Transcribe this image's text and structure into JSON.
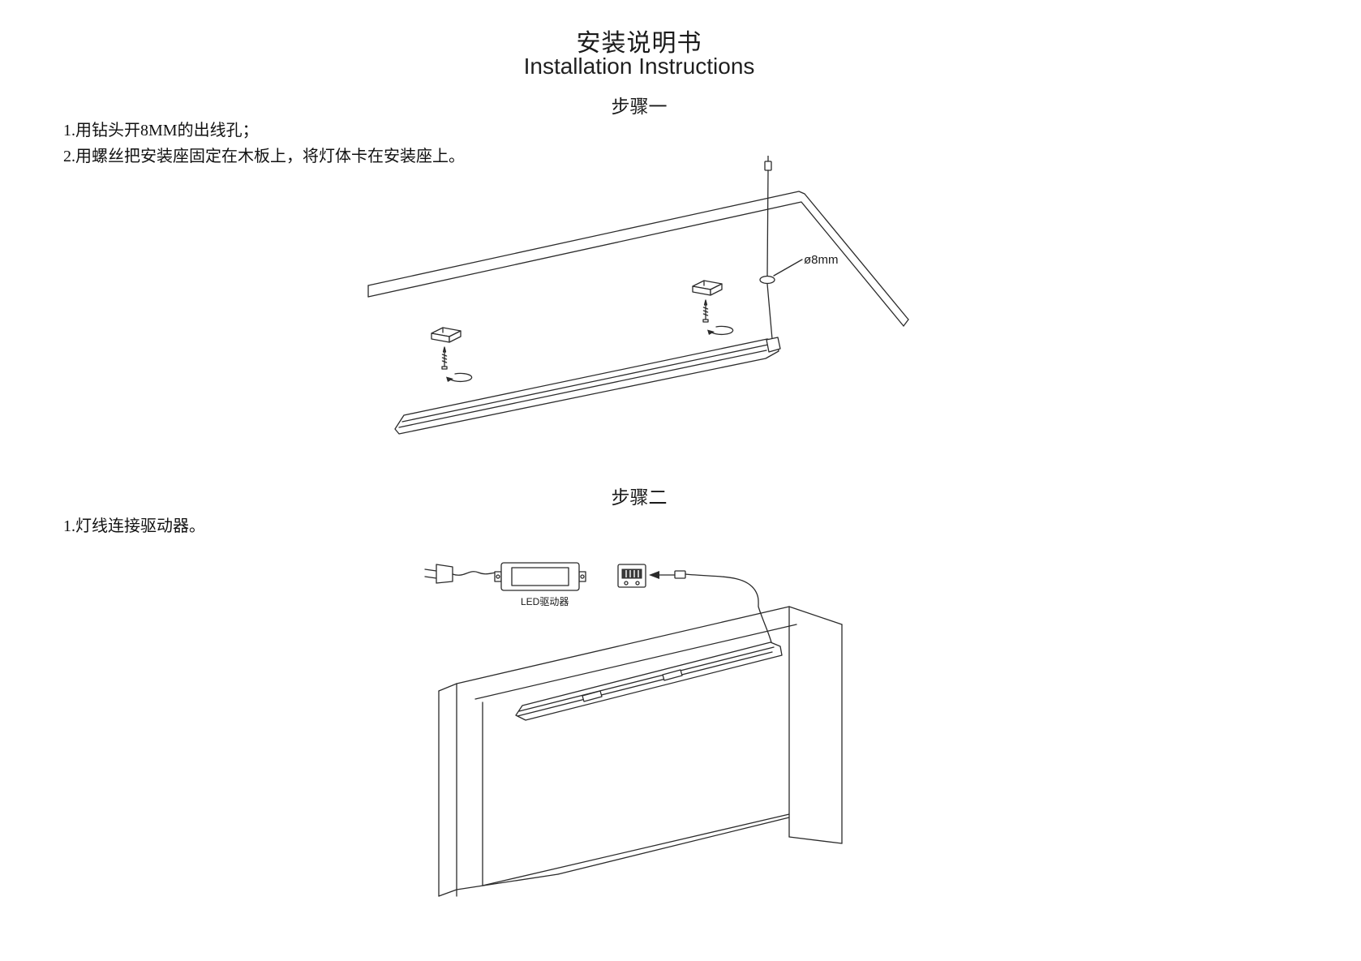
{
  "header": {
    "title_zh": "安装说明书",
    "title_en": "Installation Instructions"
  },
  "step1": {
    "heading": "步骤一",
    "line1": "1.用钻头开8MM的出线孔；",
    "line2": "2.用螺丝把安装座固定在木板上，将灯体卡在安装座上。",
    "hole_label": "ø8mm"
  },
  "step2": {
    "heading": "步骤二",
    "line1": "1.灯线连接驱动器。",
    "driver_label": "LED驱动器"
  },
  "colors": {
    "ink": "#2b2b2b",
    "background": "#ffffff"
  }
}
